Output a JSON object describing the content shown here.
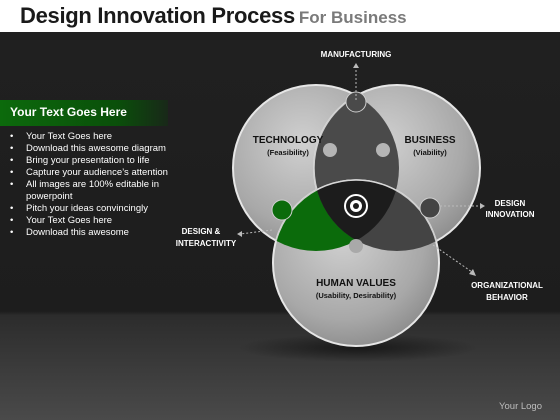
{
  "header": {
    "title": "Design Innovation Process",
    "subtitle": "For Business"
  },
  "sidebar": {
    "heading": "Your Text Goes Here",
    "bullets": [
      "Your Text Goes here",
      "Download this awesome diagram",
      "Bring your presentation to life",
      "Capture your audience’s attention",
      "All images are 100% editable in powerpoint",
      "Pitch your ideas convincingly",
      "Your Text Goes here",
      "Download this awesome"
    ]
  },
  "diagram": {
    "circles": {
      "technology": {
        "title": "TECHNOLOGY",
        "sub": "(Feasibility)"
      },
      "business": {
        "title": "BUSINESS",
        "sub": "(Viability)"
      },
      "human": {
        "title": "HUMAN VALUES",
        "sub": "(Usability, Desirability)"
      }
    },
    "outcomes": {
      "manufacturing": "MANUFACTURING",
      "design_innovation_1": "DESIGN",
      "design_innovation_2": "INNOVATION",
      "design_interactivity_1": "DESIGN &",
      "design_interactivity_2": "INTERACTIVITY",
      "organizational_1": "ORGANIZATIONAL",
      "organizational_2": "BEHAVIOR"
    },
    "colors": {
      "highlight": "#0b6b0b",
      "piece_dark": "#444444",
      "circle_light": "#b9b9b9"
    }
  },
  "footer": {
    "logo": "Your Logo"
  }
}
